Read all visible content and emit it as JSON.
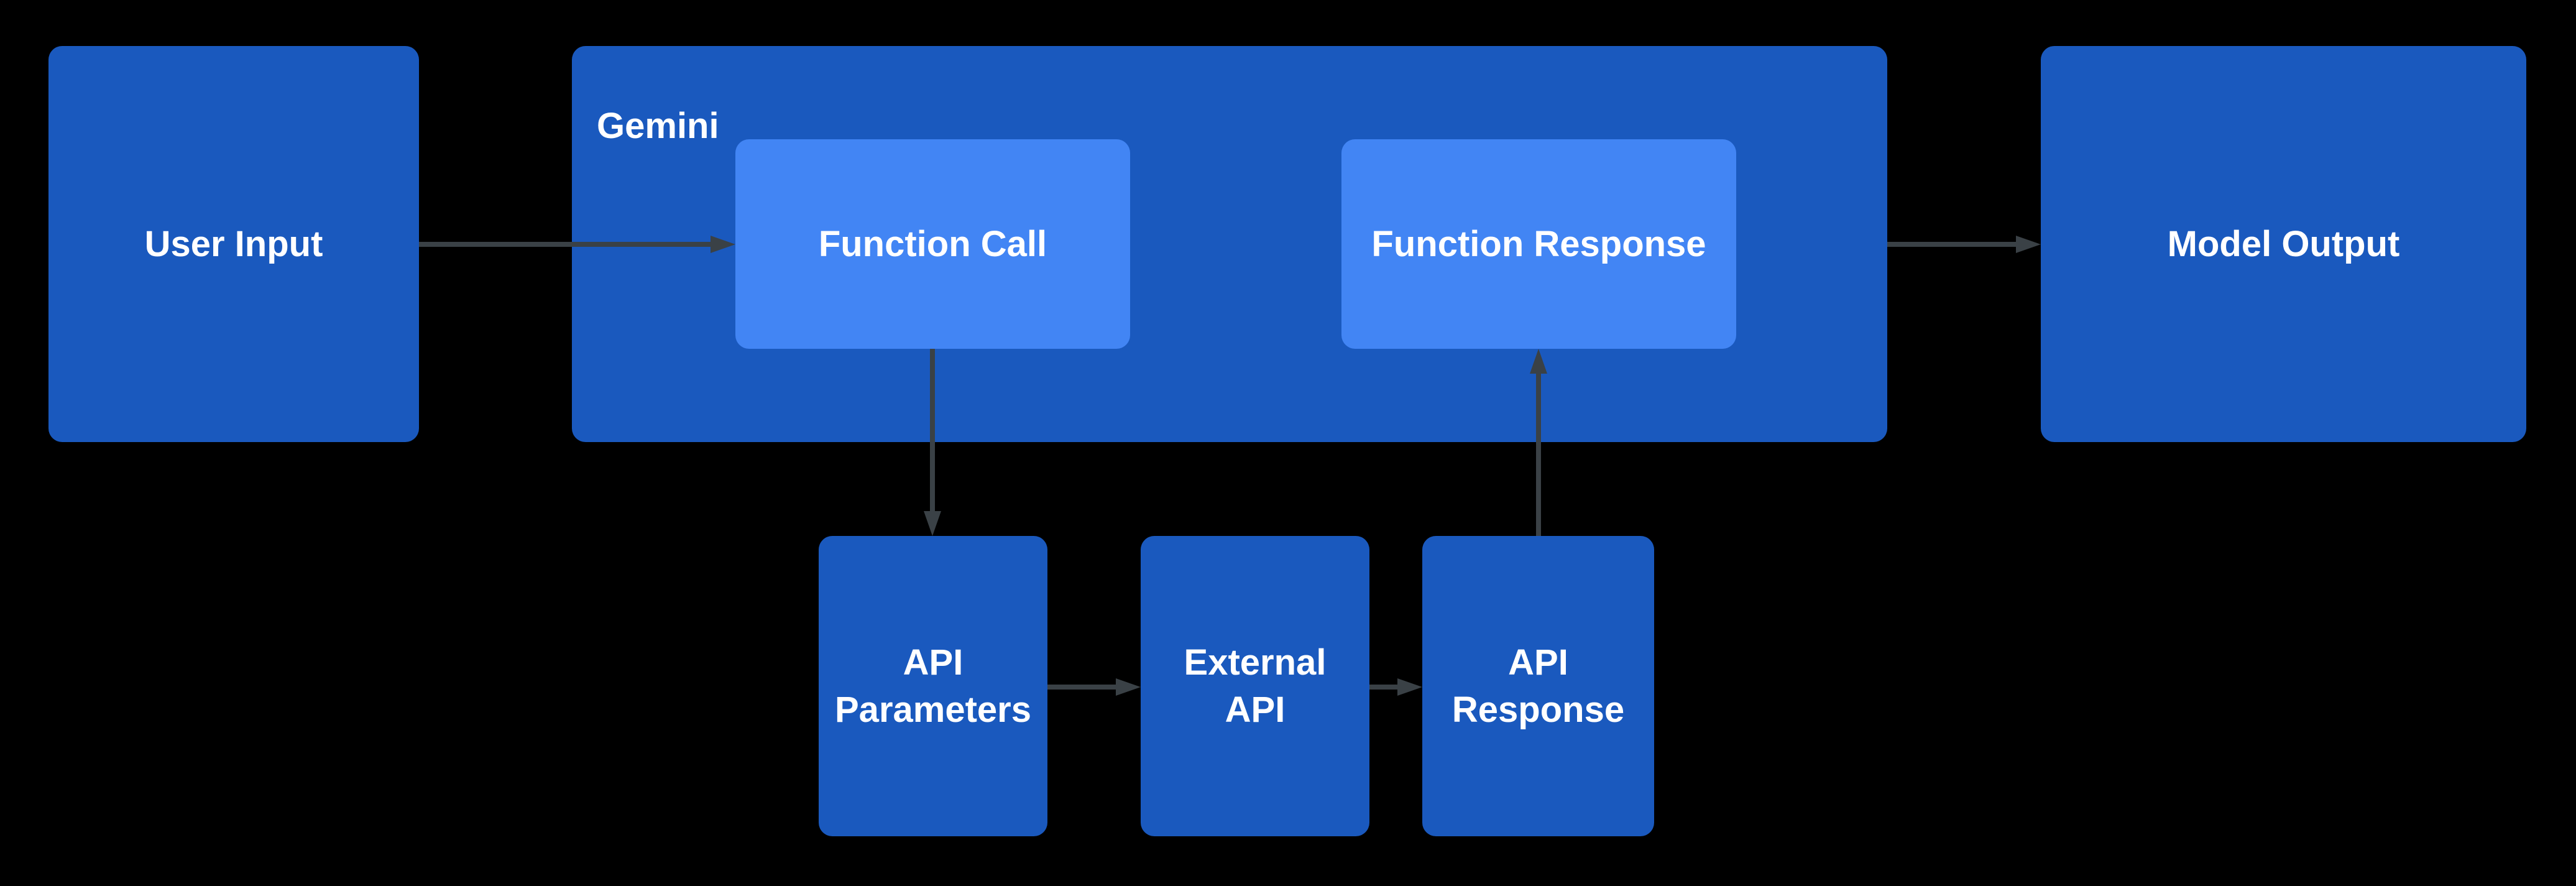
{
  "colors": {
    "background": "#000000",
    "box_fill": "#1a59be",
    "inner_box_fill": "#4285f4",
    "arrow": "#3a4146",
    "text": "#ffffff"
  },
  "nodes": {
    "user_input": {
      "label": "User Input"
    },
    "gemini": {
      "label": "Gemini"
    },
    "function_call": {
      "label": "Function Call"
    },
    "function_response": {
      "label": "Function Response"
    },
    "model_output": {
      "label": "Model Output"
    },
    "api_parameters": {
      "label": "API Parameters"
    },
    "external_api": {
      "label": "External API"
    },
    "api_response": {
      "label": "API Response"
    }
  },
  "edges": [
    {
      "from": "user_input",
      "to": "function_call"
    },
    {
      "from": "function_call",
      "to": "api_parameters"
    },
    {
      "from": "api_parameters",
      "to": "external_api"
    },
    {
      "from": "external_api",
      "to": "api_response"
    },
    {
      "from": "api_response",
      "to": "function_response"
    },
    {
      "from": "gemini",
      "to": "model_output"
    }
  ]
}
